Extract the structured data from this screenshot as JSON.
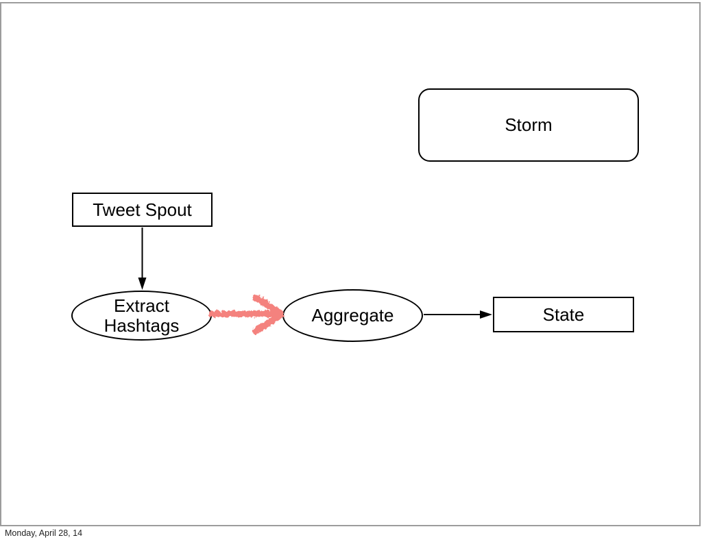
{
  "slide": {
    "nodes": {
      "storm": {
        "label": "Storm",
        "shape": "rounded-rect"
      },
      "tweet_spout": {
        "label": "Tweet Spout",
        "shape": "rect"
      },
      "extract_hashtags": {
        "line1": "Extract",
        "line2": "Hashtags",
        "shape": "ellipse"
      },
      "aggregate": {
        "label": "Aggregate",
        "shape": "ellipse"
      },
      "state": {
        "label": "State",
        "shape": "rect"
      }
    },
    "edges": [
      {
        "from": "tweet_spout",
        "to": "extract_hashtags",
        "style": "black-arrow"
      },
      {
        "from": "extract_hashtags",
        "to": "aggregate",
        "style": "red-crayon-arrow"
      },
      {
        "from": "aggregate",
        "to": "state",
        "style": "black-arrow"
      }
    ],
    "colors": {
      "node_border": "#000000",
      "slide_border": "#9c9c9c",
      "crayon_arrow": "#f4827e",
      "black_arrow": "#000000"
    },
    "footer": {
      "date_stamp": "Monday, April 28, 14"
    }
  }
}
